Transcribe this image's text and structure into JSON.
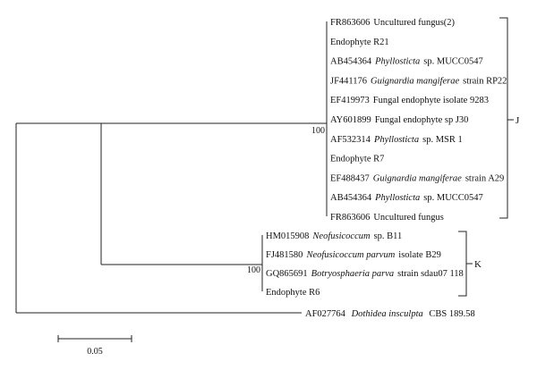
{
  "leaves_j": [
    {
      "accession": "FR863606",
      "genus": "",
      "rest": "Uncultured fungus(2)"
    },
    {
      "accession": "",
      "genus": "",
      "rest": "Endophyte R21"
    },
    {
      "accession": "AB454364",
      "genus": "Phyllosticta",
      "rest": "sp. MUCC0547"
    },
    {
      "accession": "JF441176",
      "genus": "Guignardia mangiferae",
      "rest": "strain RP22"
    },
    {
      "accession": "EF419973",
      "genus": "",
      "rest": "Fungal endophyte isolate 9283"
    },
    {
      "accession": "AY601899",
      "genus": "",
      "rest": "Fungal endophyte sp J30"
    },
    {
      "accession": "AF532314",
      "genus": "Phyllosticta",
      "rest": "sp. MSR 1"
    },
    {
      "accession": "",
      "genus": "",
      "rest": "Endophyte R7"
    },
    {
      "accession": "EF488437",
      "genus": "Guignardia mangiferae",
      "rest": "strain A29"
    },
    {
      "accession": "AB454364",
      "genus": "Phyllosticta",
      "rest": "sp. MUCC0547"
    },
    {
      "accession": "FR863606",
      "genus": "",
      "rest": "Uncultured fungus"
    }
  ],
  "leaves_k": [
    {
      "accession": "HM015908",
      "genus": "Neofusicoccum",
      "rest": "sp. B11"
    },
    {
      "accession": "FJ481580",
      "genus": "Neofusicoccum parvum",
      "rest": "isolate B29"
    },
    {
      "accession": "GQ865691",
      "genus": "Botryosphaeria parva",
      "rest": "strain sdau07 118"
    },
    {
      "accession": "",
      "genus": "",
      "rest": "Endophyte R6"
    }
  ],
  "outgroup": {
    "accession": "AF027764",
    "genus": "Dothidea insculpta",
    "rest": "CBS 189.58"
  },
  "bootstrap_j": "100",
  "bootstrap_k": "100",
  "clade_j_label": "J",
  "clade_k_label": "K",
  "scale_bar_label": "0.05"
}
